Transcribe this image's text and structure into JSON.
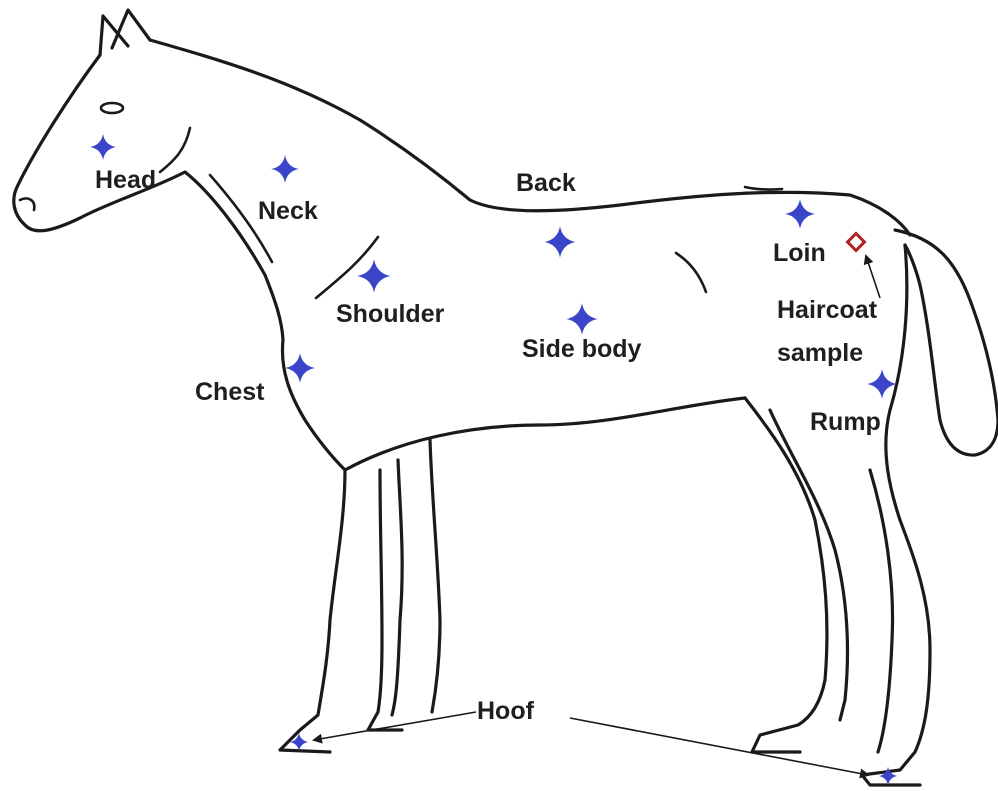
{
  "colors": {
    "site_marker": "#3b45c9",
    "sample_marker": "#b22222",
    "outline": "#1a1a1a"
  },
  "labels": {
    "head": "Head",
    "neck": "Neck",
    "shoulder": "Shoulder",
    "chest": "Chest",
    "back": "Back",
    "side_body": "Side body",
    "loin": "Loin",
    "haircoat_line1": "Haircoat",
    "haircoat_line2": "sample",
    "rump": "Rump",
    "hoof": "Hoof"
  }
}
